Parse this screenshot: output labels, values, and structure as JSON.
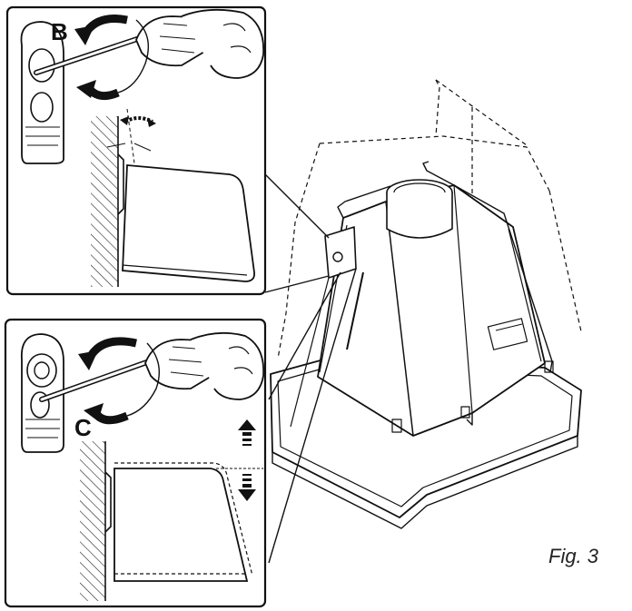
{
  "labels": {
    "top_panel_letter": "B",
    "bottom_panel_letter": "C"
  },
  "caption": "Fig. 3"
}
